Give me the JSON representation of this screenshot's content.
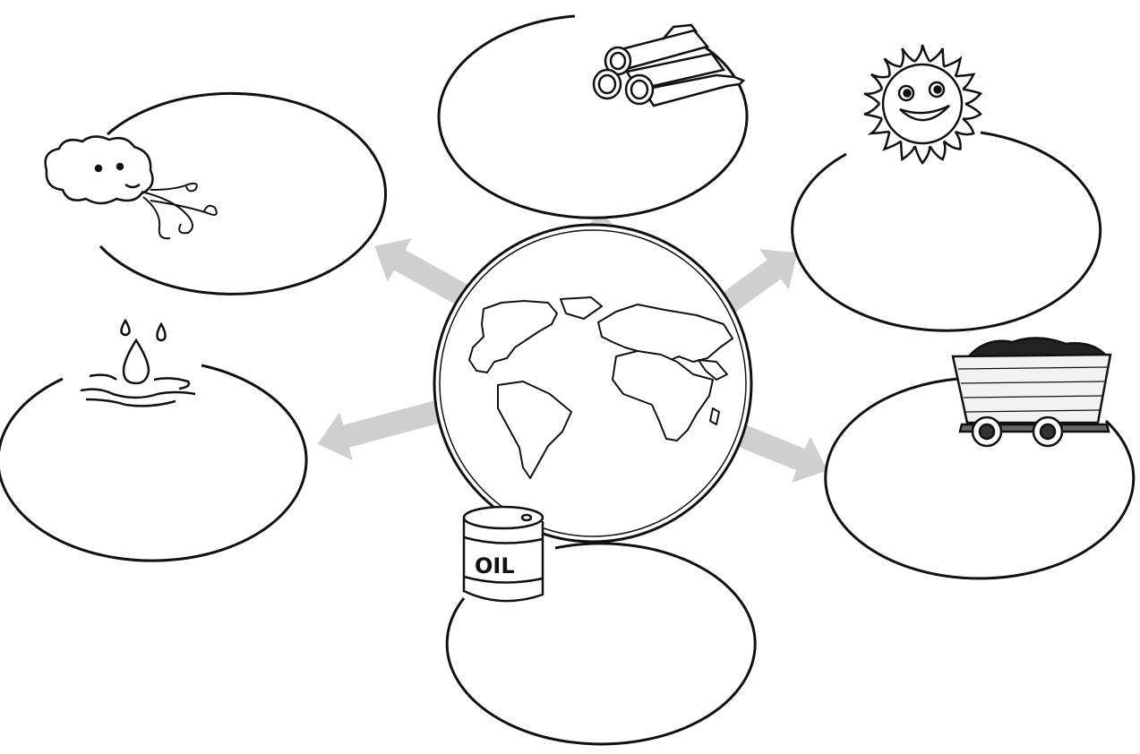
{
  "center": {
    "icon": "globe-icon"
  },
  "nodes": [
    {
      "id": "wind",
      "icon": "wind-cloud-icon",
      "answer": ""
    },
    {
      "id": "wood",
      "icon": "wood-logs-icon",
      "answer": ""
    },
    {
      "id": "sun",
      "icon": "sun-icon",
      "answer": ""
    },
    {
      "id": "water",
      "icon": "water-drop-icon",
      "answer": ""
    },
    {
      "id": "coal",
      "icon": "coal-cart-icon",
      "answer": ""
    },
    {
      "id": "oil",
      "icon": "oil-barrel-icon",
      "answer": ""
    }
  ],
  "labels": {
    "oil_barrel": "OIL"
  },
  "colors": {
    "arrow": "#cfcfcf",
    "stroke": "#111111",
    "background": "#ffffff"
  }
}
